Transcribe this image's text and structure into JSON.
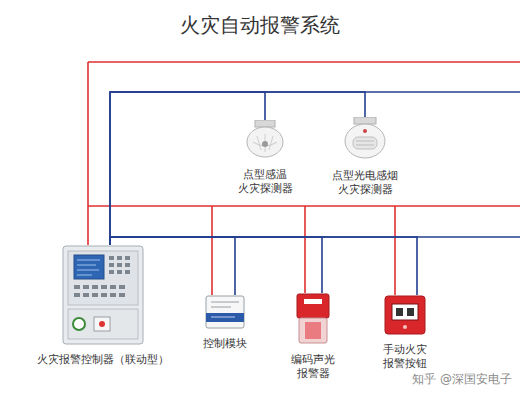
{
  "diagram": {
    "title": "火灾自动报警系统",
    "nodes": [
      {
        "text": [
          "点型感温 火灾探测器"
        ]
      },
      {
        "text": [
          "点型光电感烟 火灾探测器"
        ]
      },
      {
        "text": [
          "火灾报警控制器（联动型）"
        ]
      },
      {
        "text": [
          "控制模块"
        ]
      },
      {
        "text": [
          "编码声光 报警器"
        ]
      },
      {
        "text": [
          "手动火灾 报警按钮"
        ]
      }
    ],
    "edges": [
      {
        "from": 2,
        "to": 0,
        "arrow": "none"
      },
      {
        "from": 2,
        "to": 1,
        "arrow": "none"
      },
      {
        "from": 2,
        "to": 3,
        "arrow": "none"
      },
      {
        "from": 2,
        "to": 4,
        "arrow": "none"
      },
      {
        "from": 2,
        "to": 5,
        "arrow": "none"
      }
    ],
    "labels": [
      "知乎 @深国安电子"
    ]
  }
}
